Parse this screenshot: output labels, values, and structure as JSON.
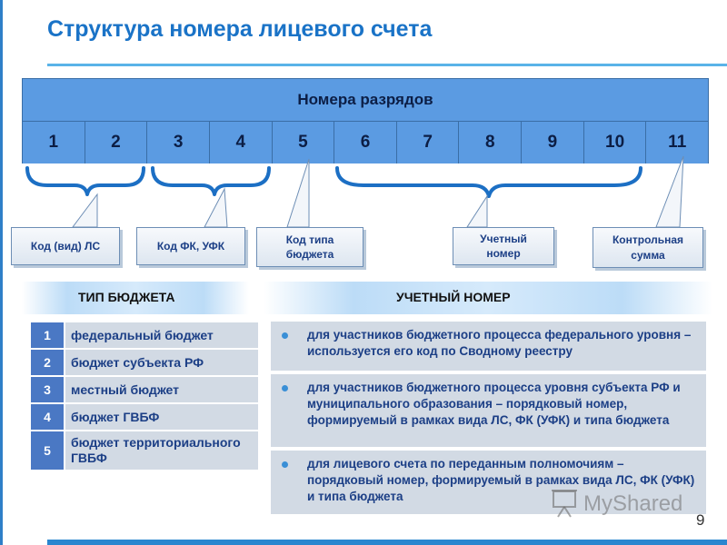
{
  "title": "Структура номера лицевого счета",
  "digits_table": {
    "header": "Номера разрядов",
    "digits": [
      "1",
      "2",
      "3",
      "4",
      "5",
      "6",
      "7",
      "8",
      "9",
      "10",
      "11"
    ]
  },
  "callouts": [
    {
      "label": "Код (вид) ЛС"
    },
    {
      "label": "Код ФК, УФК"
    },
    {
      "label": "Код типа бюджета"
    },
    {
      "label": "Учетный номер"
    },
    {
      "label": "Контрольная сумма"
    }
  ],
  "budget_type": {
    "heading": "ТИП БЮДЖЕТА",
    "rows": [
      {
        "num": "1",
        "text": "федеральный бюджет"
      },
      {
        "num": "2",
        "text": "бюджет субъекта РФ"
      },
      {
        "num": "3",
        "text": "местный бюджет"
      },
      {
        "num": "4",
        "text": "бюджет ГВБФ"
      },
      {
        "num": "5",
        "text": "бюджет территориального ГВБФ"
      }
    ]
  },
  "account_number": {
    "heading": "УЧЕТНЫЙ НОМЕР",
    "items": [
      "для участников бюджетного процесса федерального уровня – используется его код по Сводному реестру",
      "для участников бюджетного процесса уровня субъекта РФ и муниципального образования – порядковый номер, формируемый в рамках вида ЛС, ФК (УФК) и типа бюджета",
      "для лицевого счета по переданным полномочиям – порядковый номер, формируемый в рамках вида ЛС, ФК (УФК) и типа бюджета"
    ]
  },
  "watermark": "MyShared",
  "page_number": "9",
  "colors": {
    "title": "#1a73c7",
    "table_fill": "#5b9be2",
    "callout_text": "#1c3f86",
    "number_fill": "#4a78c4",
    "row_fill": "#d2dae4"
  }
}
